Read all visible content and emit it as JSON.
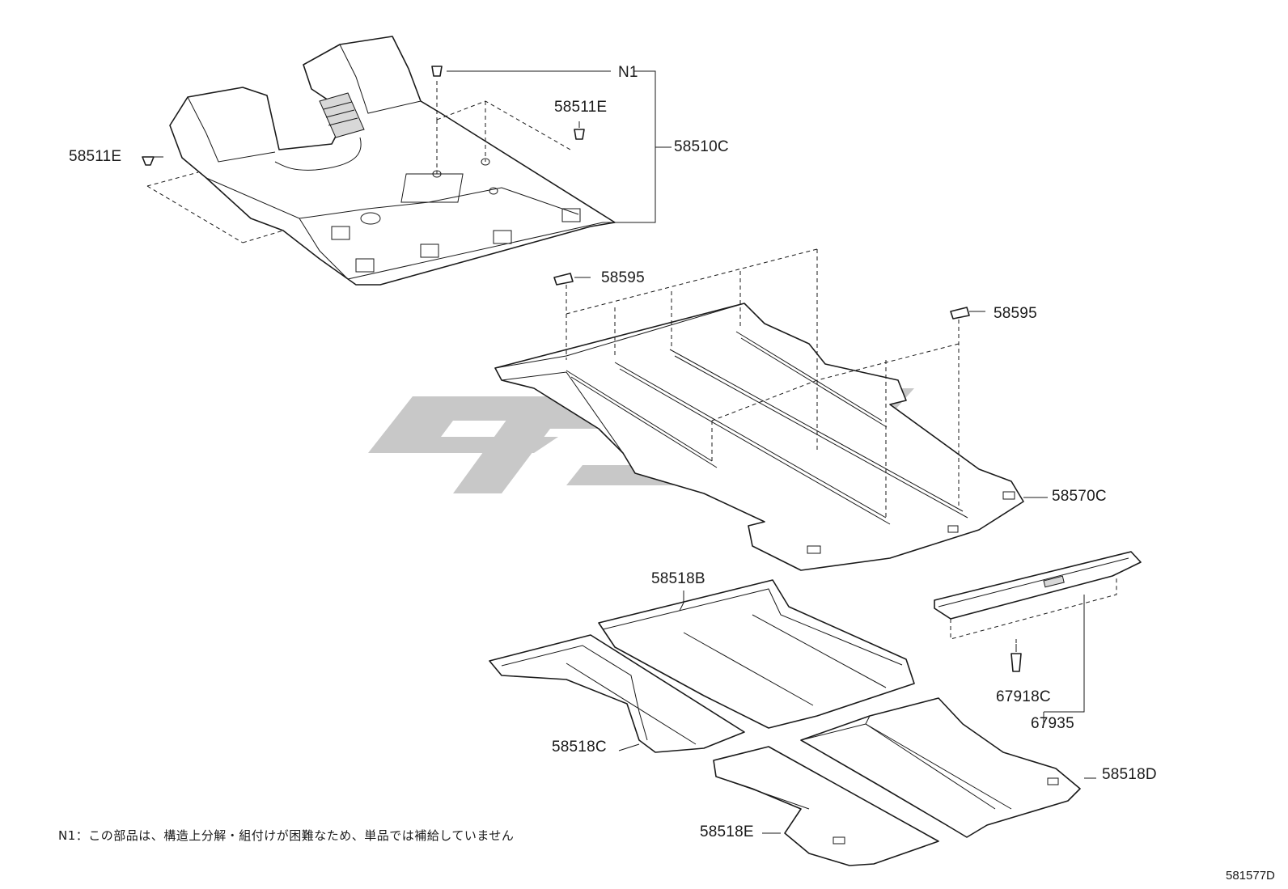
{
  "diagram": {
    "figure_id": "581577D",
    "note": "N1：この部品は、構造上分解・組付けが困難なため、単品では補給していません",
    "labels": {
      "n1": "N1",
      "p58511E_left": "58511E",
      "p58511E_right": "58511E",
      "p58510C": "58510C",
      "p58595_left": "58595",
      "p58595_right": "58595",
      "p58570C": "58570C",
      "p58518B": "58518B",
      "p58518C": "58518C",
      "p58518D": "58518D",
      "p58518E": "58518E",
      "p67918C": "67918C",
      "p67935": "67935"
    },
    "colors": {
      "line": "#1a1a1a",
      "watermark": "#c8c8c8"
    }
  }
}
